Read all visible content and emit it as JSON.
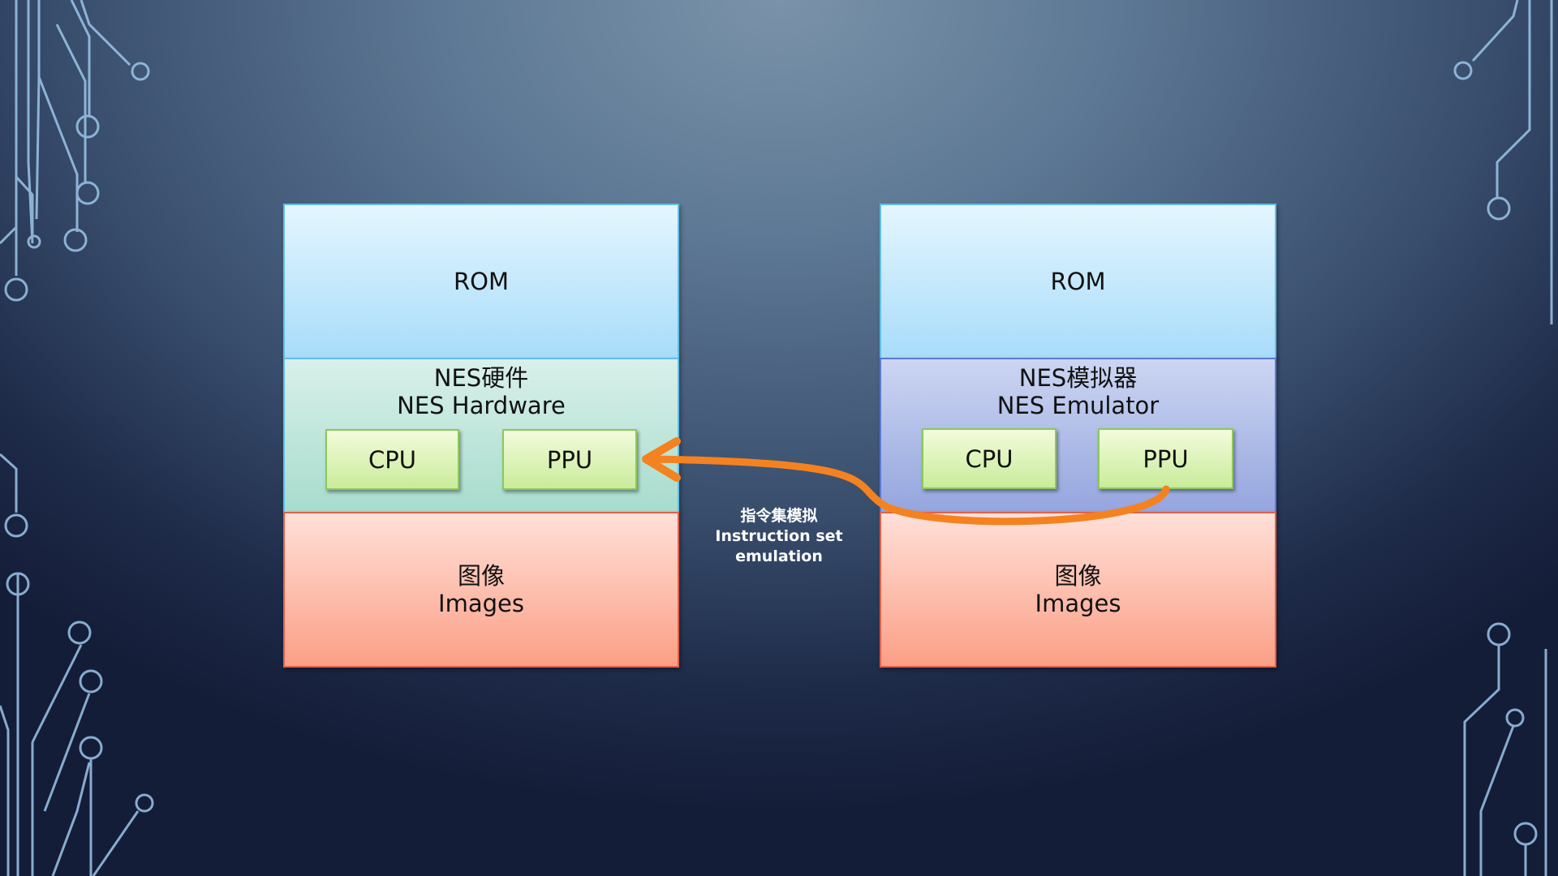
{
  "left_stack": {
    "rom": "ROM",
    "hardware_zh": "NES硬件",
    "hardware_en": "NES Hardware",
    "cpu": "CPU",
    "ppu": "PPU",
    "images_zh": "图像",
    "images_en": "Images"
  },
  "right_stack": {
    "rom": "ROM",
    "emulator_zh": "NES模拟器",
    "emulator_en": "NES Emulator",
    "cpu": "CPU",
    "ppu": "PPU",
    "images_zh": "图像",
    "images_en": "Images"
  },
  "arrow": {
    "label_zh": "指令集模拟",
    "label_en_1": "Instruction set",
    "label_en_2": "emulation",
    "color": "#f58220"
  },
  "colors": {
    "rom": "#a8dcf9",
    "hardware": "#a7dccd",
    "emulator": "#95a5de",
    "images": "#fb9f86",
    "chip": "#c9ec9a"
  }
}
